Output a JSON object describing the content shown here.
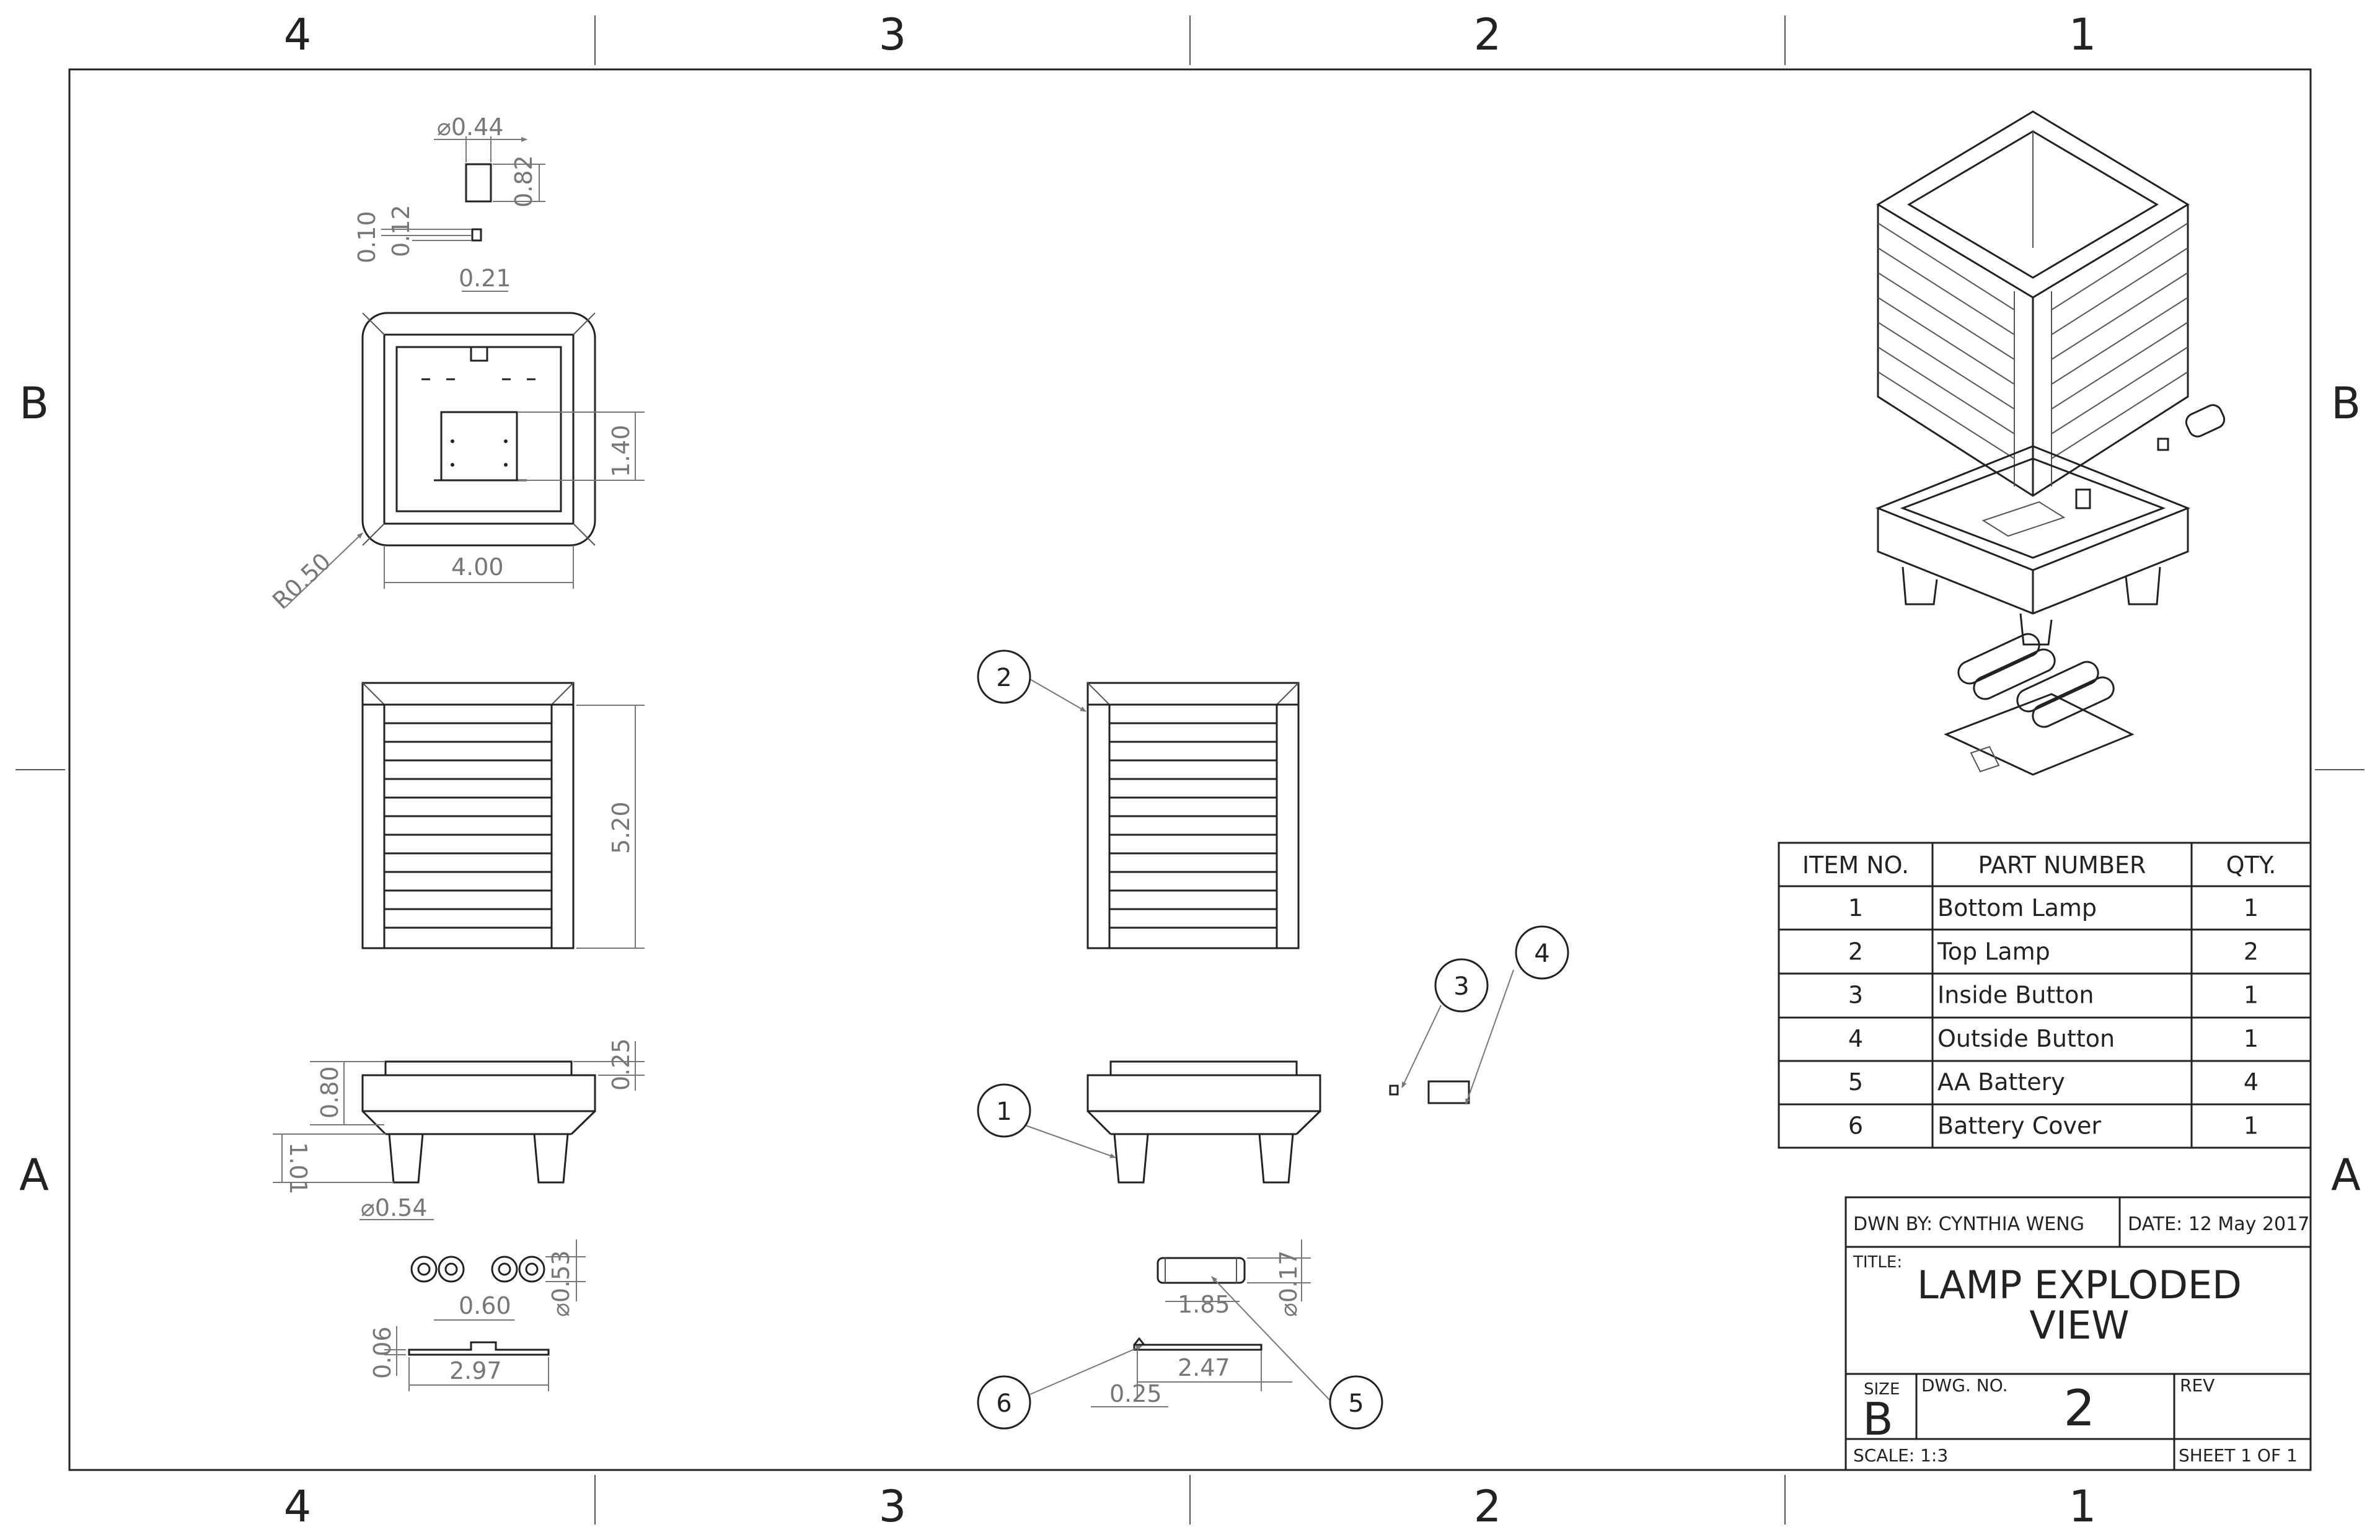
{
  "zones": {
    "columns": [
      "4",
      "3",
      "2",
      "1"
    ],
    "rows": [
      "B",
      "A"
    ]
  },
  "dimensions": {
    "button_dia": "0.44",
    "button_len": "0.82",
    "inside_a": "0.10",
    "inside_b": "0.12",
    "inside_w": "0.21",
    "base_inner": "1.40",
    "corner_radius": "R0.50",
    "base_width": "4.00",
    "top_height": "5.20",
    "base_h": "0.80",
    "base_lip": "0.25",
    "leg_h": "1.01",
    "leg_dia": "0.54",
    "batt_dia_a": "0.53",
    "batt_gap": "0.60",
    "cover_t": "0.06",
    "cover_w": "2.97",
    "batt_len": "1.85",
    "batt_dia_b": "0.17",
    "cover_len": "2.47",
    "cover_tab": "0.25"
  },
  "balloons": [
    "1",
    "2",
    "3",
    "4",
    "5",
    "6"
  ],
  "bom": {
    "headers": [
      "ITEM NO.",
      "PART NUMBER",
      "QTY."
    ],
    "rows": [
      [
        "1",
        "Bottom Lamp",
        "1"
      ],
      [
        "2",
        "Top Lamp",
        "2"
      ],
      [
        "3",
        "Inside Button",
        "1"
      ],
      [
        "4",
        "Outside Button",
        "1"
      ],
      [
        "5",
        "AA Battery",
        "4"
      ],
      [
        "6",
        "Battery Cover",
        "1"
      ]
    ]
  },
  "title_block": {
    "drawn_by": "DWN BY: CYNTHIA WENG",
    "date": "DATE: 12 May 2017",
    "title_label": "TITLE:",
    "title_line1": "LAMP EXPLODED",
    "title_line2": "VIEW",
    "size_label": "SIZE",
    "size": "B",
    "dwg_label": "DWG.  NO.",
    "dwg_no": "2",
    "rev_label": "REV",
    "scale": "SCALE: 1:3",
    "sheet": "SHEET 1 OF 1"
  }
}
